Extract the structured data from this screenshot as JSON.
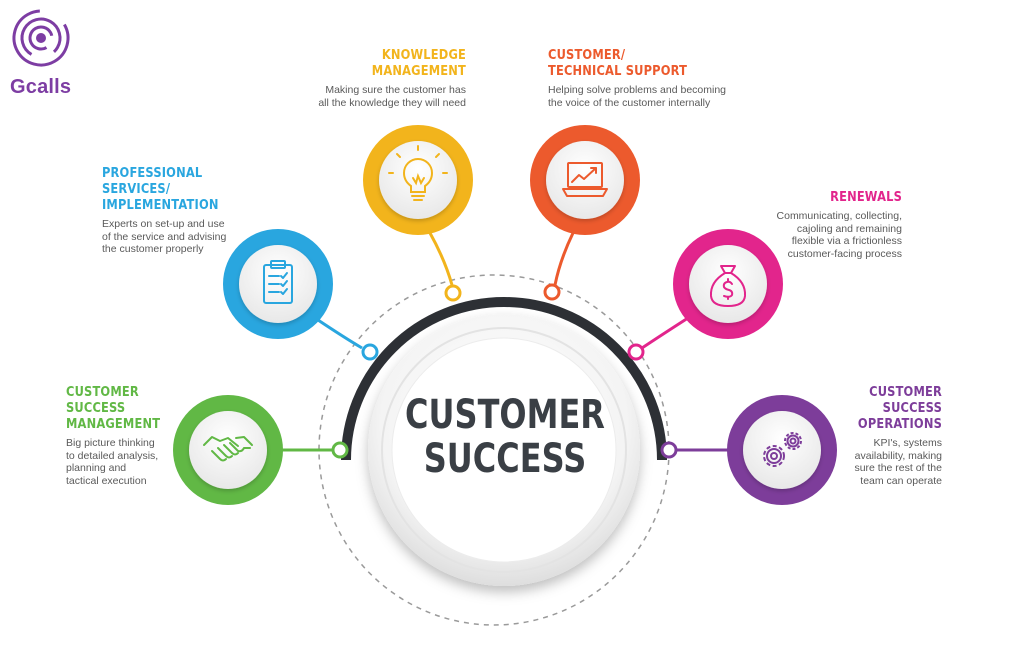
{
  "brand": {
    "name": "Gcalls",
    "color": "#7d3da3"
  },
  "center": {
    "line1": "CUSTOMER",
    "line2": "SUCCESS"
  },
  "segments": [
    {
      "id": "knowledge",
      "title_lines": [
        "KNOWLEDGE",
        "MANAGEMENT"
      ],
      "desc_lines": [
        "Making sure the customer has",
        "all the knowledge they will need"
      ],
      "color": "#f2b41c",
      "icon": "lightbulb-icon"
    },
    {
      "id": "support",
      "title_lines": [
        "CUSTOMER/",
        "TECHNICAL SUPPORT"
      ],
      "desc_lines": [
        "Helping solve problems and becoming",
        "the voice of the customer internally"
      ],
      "color": "#ec5a2d",
      "icon": "laptop-chart-icon"
    },
    {
      "id": "professional",
      "title_lines": [
        "PROFESSIONAL",
        "SERVICES/",
        "IMPLEMENTATION"
      ],
      "desc_lines": [
        "Experts on set-up and use",
        "of the service and advising",
        "the customer properly"
      ],
      "color": "#29a6df",
      "icon": "clipboard-checklist-icon"
    },
    {
      "id": "renewals",
      "title_lines": [
        "RENEWALS"
      ],
      "desc_lines": [
        "Communicating, collecting,",
        "cajoling and remaining",
        "flexible via a frictionless",
        "customer-facing process"
      ],
      "color": "#e2258c",
      "icon": "money-bag-icon"
    },
    {
      "id": "csm",
      "title_lines": [
        "CUSTOMER",
        "SUCCESS",
        "MANAGEMENT"
      ],
      "desc_lines": [
        "Big picture thinking",
        "to detailed analysis,",
        "planning and",
        "tactical execution"
      ],
      "color": "#61b845",
      "icon": "handshake-icon"
    },
    {
      "id": "operations",
      "title_lines": [
        "CUSTOMER",
        "SUCCESS",
        "OPERATIONS"
      ],
      "desc_lines": [
        "KPI's, systems",
        "availability, making",
        "sure the rest of the",
        "team can operate"
      ],
      "color": "#7d3d9a",
      "icon": "gears-icon"
    }
  ]
}
